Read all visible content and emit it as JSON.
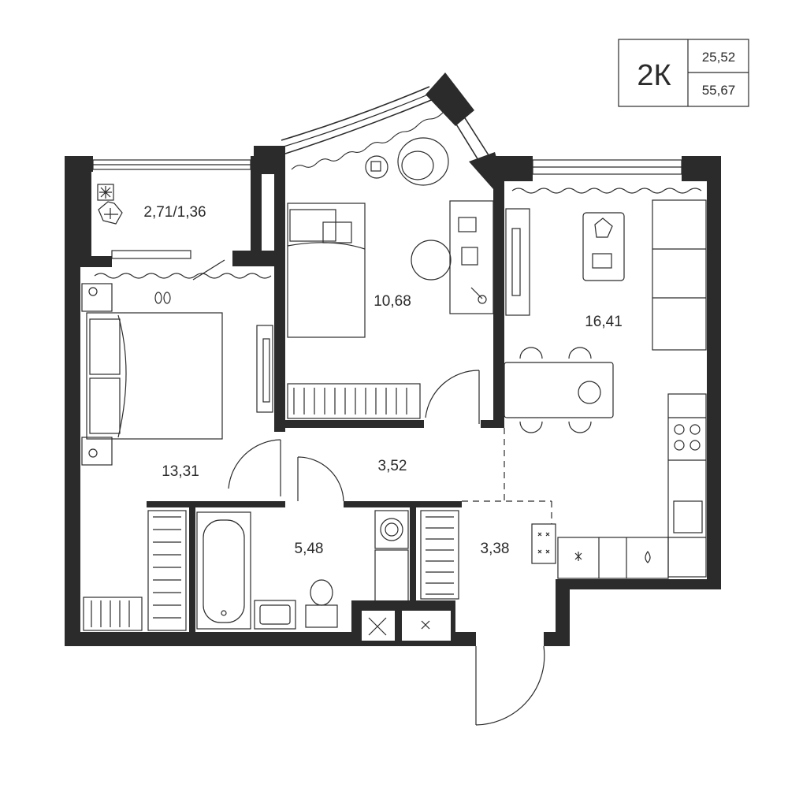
{
  "badge": {
    "rooms": "2К",
    "living_area": "25,52",
    "total_area": "55,67"
  },
  "rooms": {
    "balcony": "2,71/1,36",
    "bedroom_small": "10,68",
    "living_kitchen": "16,41",
    "bedroom_main": "13,31",
    "hall": "3,52",
    "bathroom": "5,48",
    "entry": "3,38"
  },
  "colors": {
    "wall": "#2b2b2b",
    "background": "#ffffff"
  }
}
